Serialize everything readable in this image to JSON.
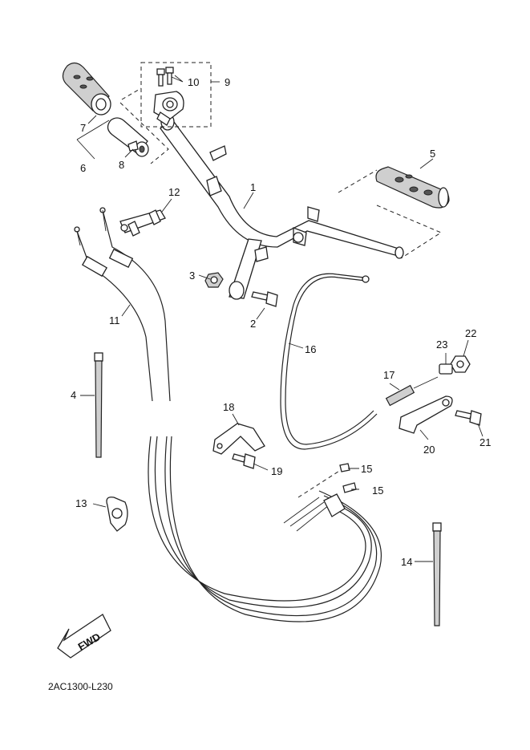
{
  "labels": {
    "p1": "1",
    "p2": "2",
    "p3": "3",
    "p4": "4",
    "p5": "5",
    "p6": "6",
    "p7": "7",
    "p8": "8",
    "p9": "9",
    "p10": "10",
    "p11": "11",
    "p12": "12",
    "p13": "13",
    "p14": "14",
    "p15a": "15",
    "p15b": "15",
    "p16": "16",
    "p17": "17",
    "p18": "18",
    "p19": "19",
    "p20": "20",
    "p21": "21",
    "p22": "22",
    "p23": "23"
  },
  "fwd_label": "FWD",
  "diagram_code": "2AC1300-L230"
}
